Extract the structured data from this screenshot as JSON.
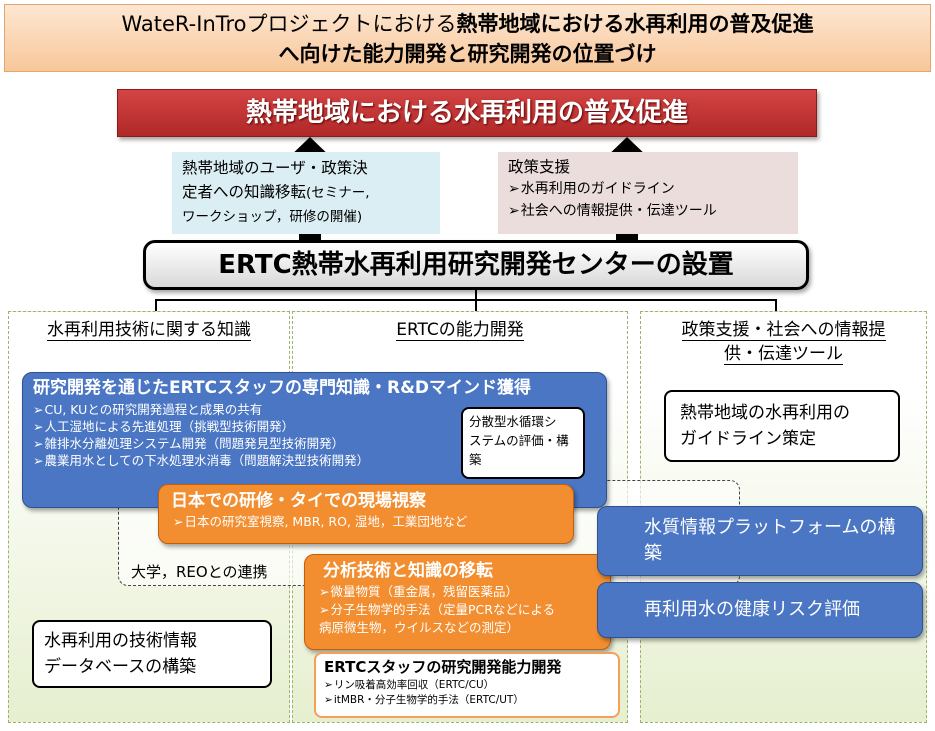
{
  "header": {
    "line1_prefix": "WateR-InTroプロジェクトにおける",
    "line1_bold": "熱帯地域における水再利用の普及促進",
    "line2": "へ向けた能力開発と研究開発の位置づけ"
  },
  "goal": "熱帯地域における水再利用の普及促進",
  "transfer": {
    "line1": "熱帯地域のユーザ・政策決",
    "line2": "定者への知識移転",
    "line2_small": "(セミナー,",
    "line3": "ワークショップ，研修の開催)"
  },
  "policy_support": {
    "title": "政策支援",
    "items": [
      "水再利用のガイドライン",
      "社会への情報提供・伝達ツール"
    ]
  },
  "ertc": "ERTC熱帯水再利用研究開発センターの設置",
  "columns": [
    {
      "title": "水再利用技術に関する知識"
    },
    {
      "title": "ERTCの能力開発"
    },
    {
      "title_line1": "政策支援・社会への情報提",
      "title_line2": "供・伝達ツール"
    }
  ],
  "rd_box": {
    "title": "研究開発を通じたERTCスタッフの専門知識・R&Dマインド獲得",
    "items": [
      "CU, KUとの研究開発過程と成果の共有",
      "人工湿地による先進処理（挑戦型技術開発）",
      "雑排水分離処理システム開発（問題発見型技術開発）",
      "農業用水としての下水処理水消毒（問題解決型技術開発）"
    ],
    "inset_line1": "分散型水循環シ",
    "inset_line2": "ステムの評価・構",
    "inset_line3": "築"
  },
  "japan_box": {
    "title": "日本での研修・タイでの現場視察",
    "item": "日本の研究室視察, MBR, RO, 湿地，工業団地など"
  },
  "university_link": "大学，REOとの連携",
  "analysis_box": {
    "title": "分析技術と知識の移転",
    "items": [
      "微量物質（重金属，残留医薬品）",
      "分子生物学的手法（定量PCRなどによる"
    ],
    "cont": "病原微生物，ウイルスなどの測定）"
  },
  "staff_box": {
    "title": "ERTCスタッフの研究開発能力開発",
    "items": [
      "リン吸着高効率回収（ERTC/CU）",
      "itMBR・分子生物学的手法（ERTC/UT）"
    ]
  },
  "database": {
    "line1": "水再利用の技術情報",
    "line2": "データベースの構築"
  },
  "guideline": {
    "line1": "熱帯地域の水再利用の",
    "line2": "ガイドライン策定"
  },
  "platform": {
    "line1": "水質情報プラットフォームの構",
    "line2": "築"
  },
  "health_risk": "再利用水の健康リスク評価"
}
